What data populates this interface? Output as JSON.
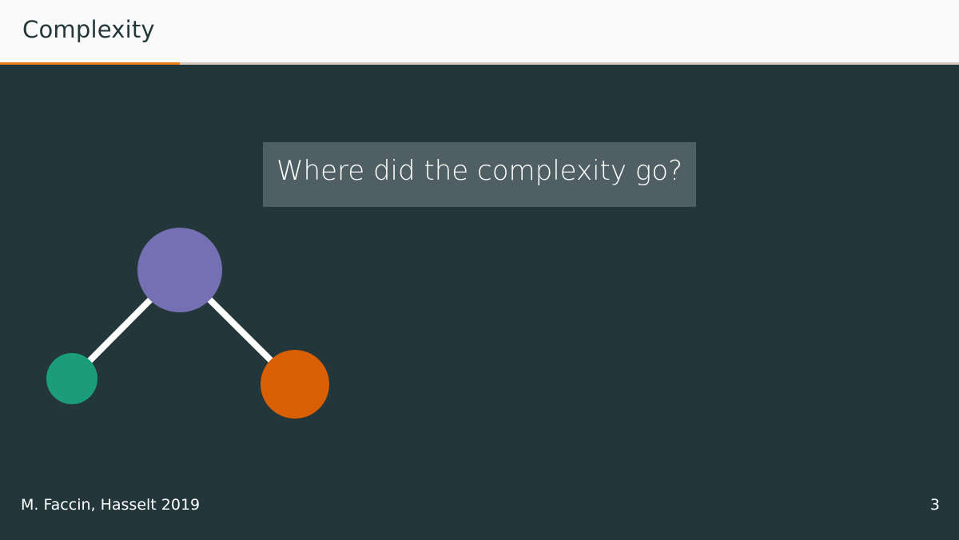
{
  "header": {
    "title": "Complexity"
  },
  "progress": {
    "fraction": 0.1875,
    "fill_color": "#eb811b",
    "track_color": "#d6c9c0"
  },
  "callout": {
    "text": "Where did the complexity go?"
  },
  "graph": {
    "nodes": [
      {
        "id": "top",
        "color": "#7570b3"
      },
      {
        "id": "left",
        "color": "#1b9e77"
      },
      {
        "id": "right",
        "color": "#d95f02"
      }
    ],
    "edges": [
      [
        "top",
        "left"
      ],
      [
        "top",
        "right"
      ]
    ]
  },
  "footer": {
    "author": "M. Faccin, Hasselt 2019",
    "page_number": "3"
  }
}
